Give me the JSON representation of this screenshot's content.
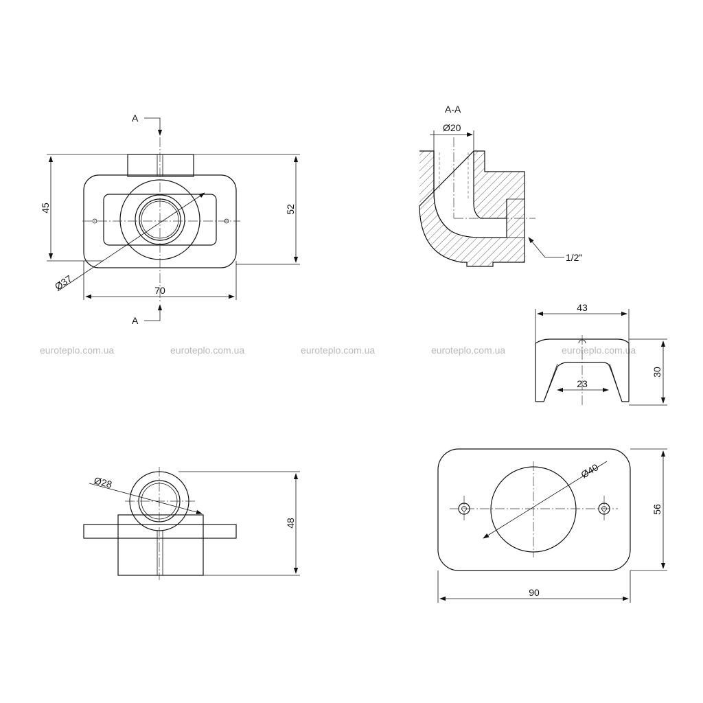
{
  "section_labels": {
    "cut_top": "A",
    "cut_bottom": "A",
    "section_title": "A-A"
  },
  "front_view": {
    "height_inner": "45",
    "height_overall": "52",
    "width": "70",
    "bore_diameter": "Ø37"
  },
  "section_view": {
    "bore_diameter": "Ø20",
    "thread": "1/2\""
  },
  "profile_view": {
    "width": "43",
    "inner_width": "23",
    "height": "30"
  },
  "top_view": {
    "pipe_diameter": "Ø28",
    "height": "48"
  },
  "plate_view": {
    "hole_diameter": "Ø40",
    "height": "56",
    "width": "90"
  },
  "watermarks": [
    "euroteplo.com.ua",
    "euroteplo.com.ua",
    "euroteplo.com.ua",
    "euroteplo.com.ua",
    "euroteplo.com.ua"
  ],
  "colors": {
    "line": "#111111",
    "watermark": "#b9b9b9",
    "background": "#ffffff"
  }
}
